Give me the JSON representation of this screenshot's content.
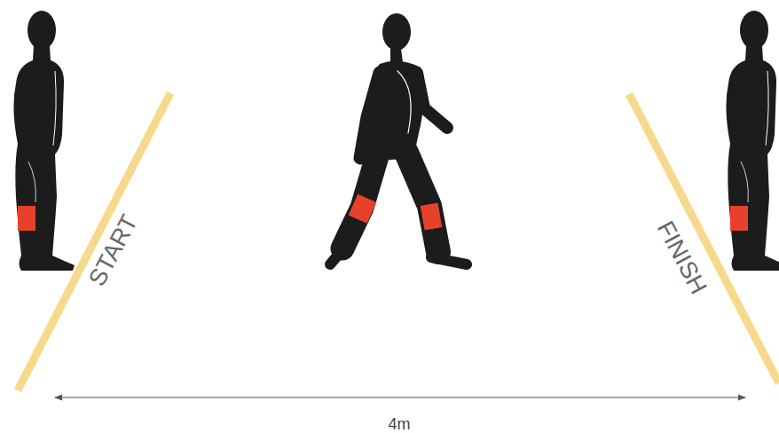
{
  "diagram": {
    "labels": [
      "START",
      "FINISH",
      "4m"
    ]
  }
}
